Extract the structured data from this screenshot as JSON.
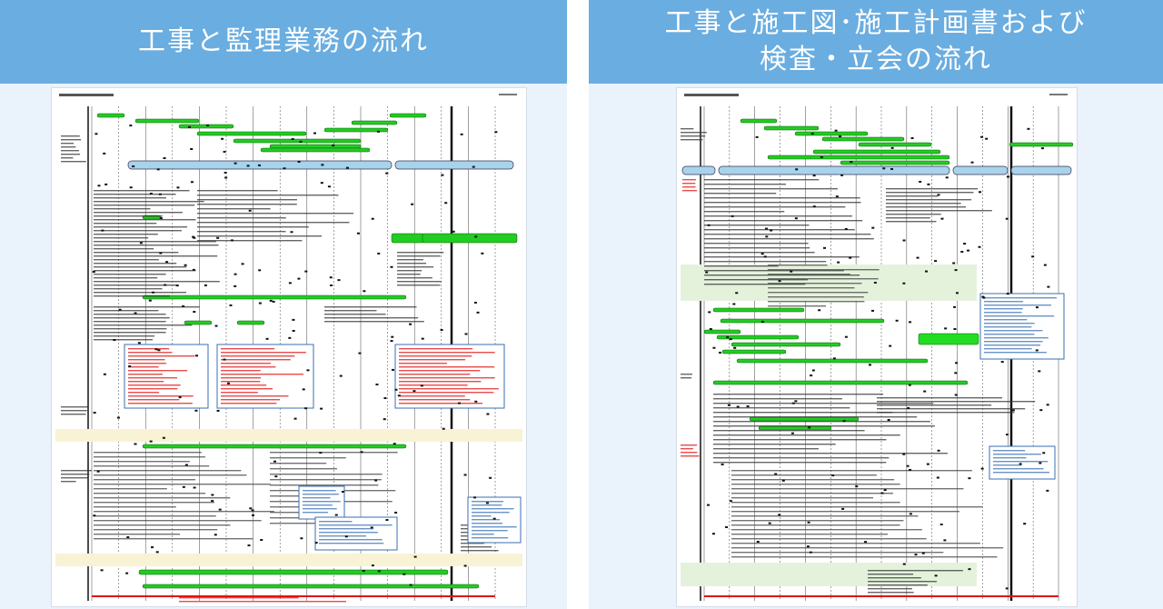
{
  "panels": [
    {
      "id": "left",
      "title_lines": [
        "工事と監理業務の流れ"
      ],
      "doc_label": "flow-chart-document"
    },
    {
      "id": "right",
      "title_lines": [
        "工事と施工図･施工計画書および",
        "検査・立会の流れ"
      ],
      "doc_label": "flow-chart-document"
    }
  ],
  "colors": {
    "header_bg": "#6aade0",
    "panel_bg": "#eaf3fb",
    "bar_green": "#22cc22",
    "bar_dark_green": "#128a12",
    "timeline_blue": "#a9d3ea",
    "red_text": "#e01010",
    "box_blue": "#3a6fb0",
    "band_green": "#e4f2dc",
    "band_yellow": "#f7f3d4"
  }
}
